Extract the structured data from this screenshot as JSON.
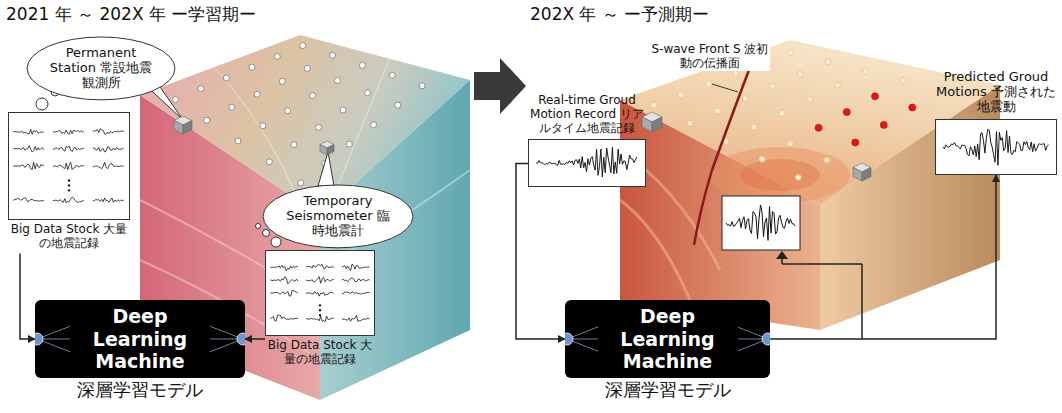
{
  "diagram": {
    "nodes": [
      {
        "text": [
          "Permanent Station 常設地震観測所"
        ]
      },
      {
        "text": [
          "Temporary Seismometer 臨時地震計"
        ]
      },
      {
        "text": [
          "Big Data Stock 大量の地震記録"
        ]
      },
      {
        "text": [
          "Deep Learning Machine",
          "深層学習モデル"
        ]
      },
      {
        "text": [
          "Big Data Stock 大量の地震記録"
        ]
      },
      {
        "text": [
          "Deep Learning Machine",
          "深層学習モデル"
        ]
      },
      {
        "text": [
          "Real-time Groud Motion Record リアルタイム地震記録"
        ]
      },
      {
        "text": [
          "Predicted Groud Motions 予測された地震動"
        ]
      }
    ],
    "edges": [
      {
        "from": 2,
        "to": 3,
        "arrow": "to"
      },
      {
        "from": 4,
        "to": 3,
        "arrow": "to"
      },
      {
        "from": 6,
        "to": 5,
        "arrow": "to"
      },
      {
        "from": 5,
        "to": 7,
        "arrow": "to"
      }
    ],
    "labels": [
      "2021 年 ～ 202X 年 ー学習期ー",
      "202X 年 ～ ー予測期ー",
      "S-wave Front S 波初動の伝播面"
    ]
  }
}
